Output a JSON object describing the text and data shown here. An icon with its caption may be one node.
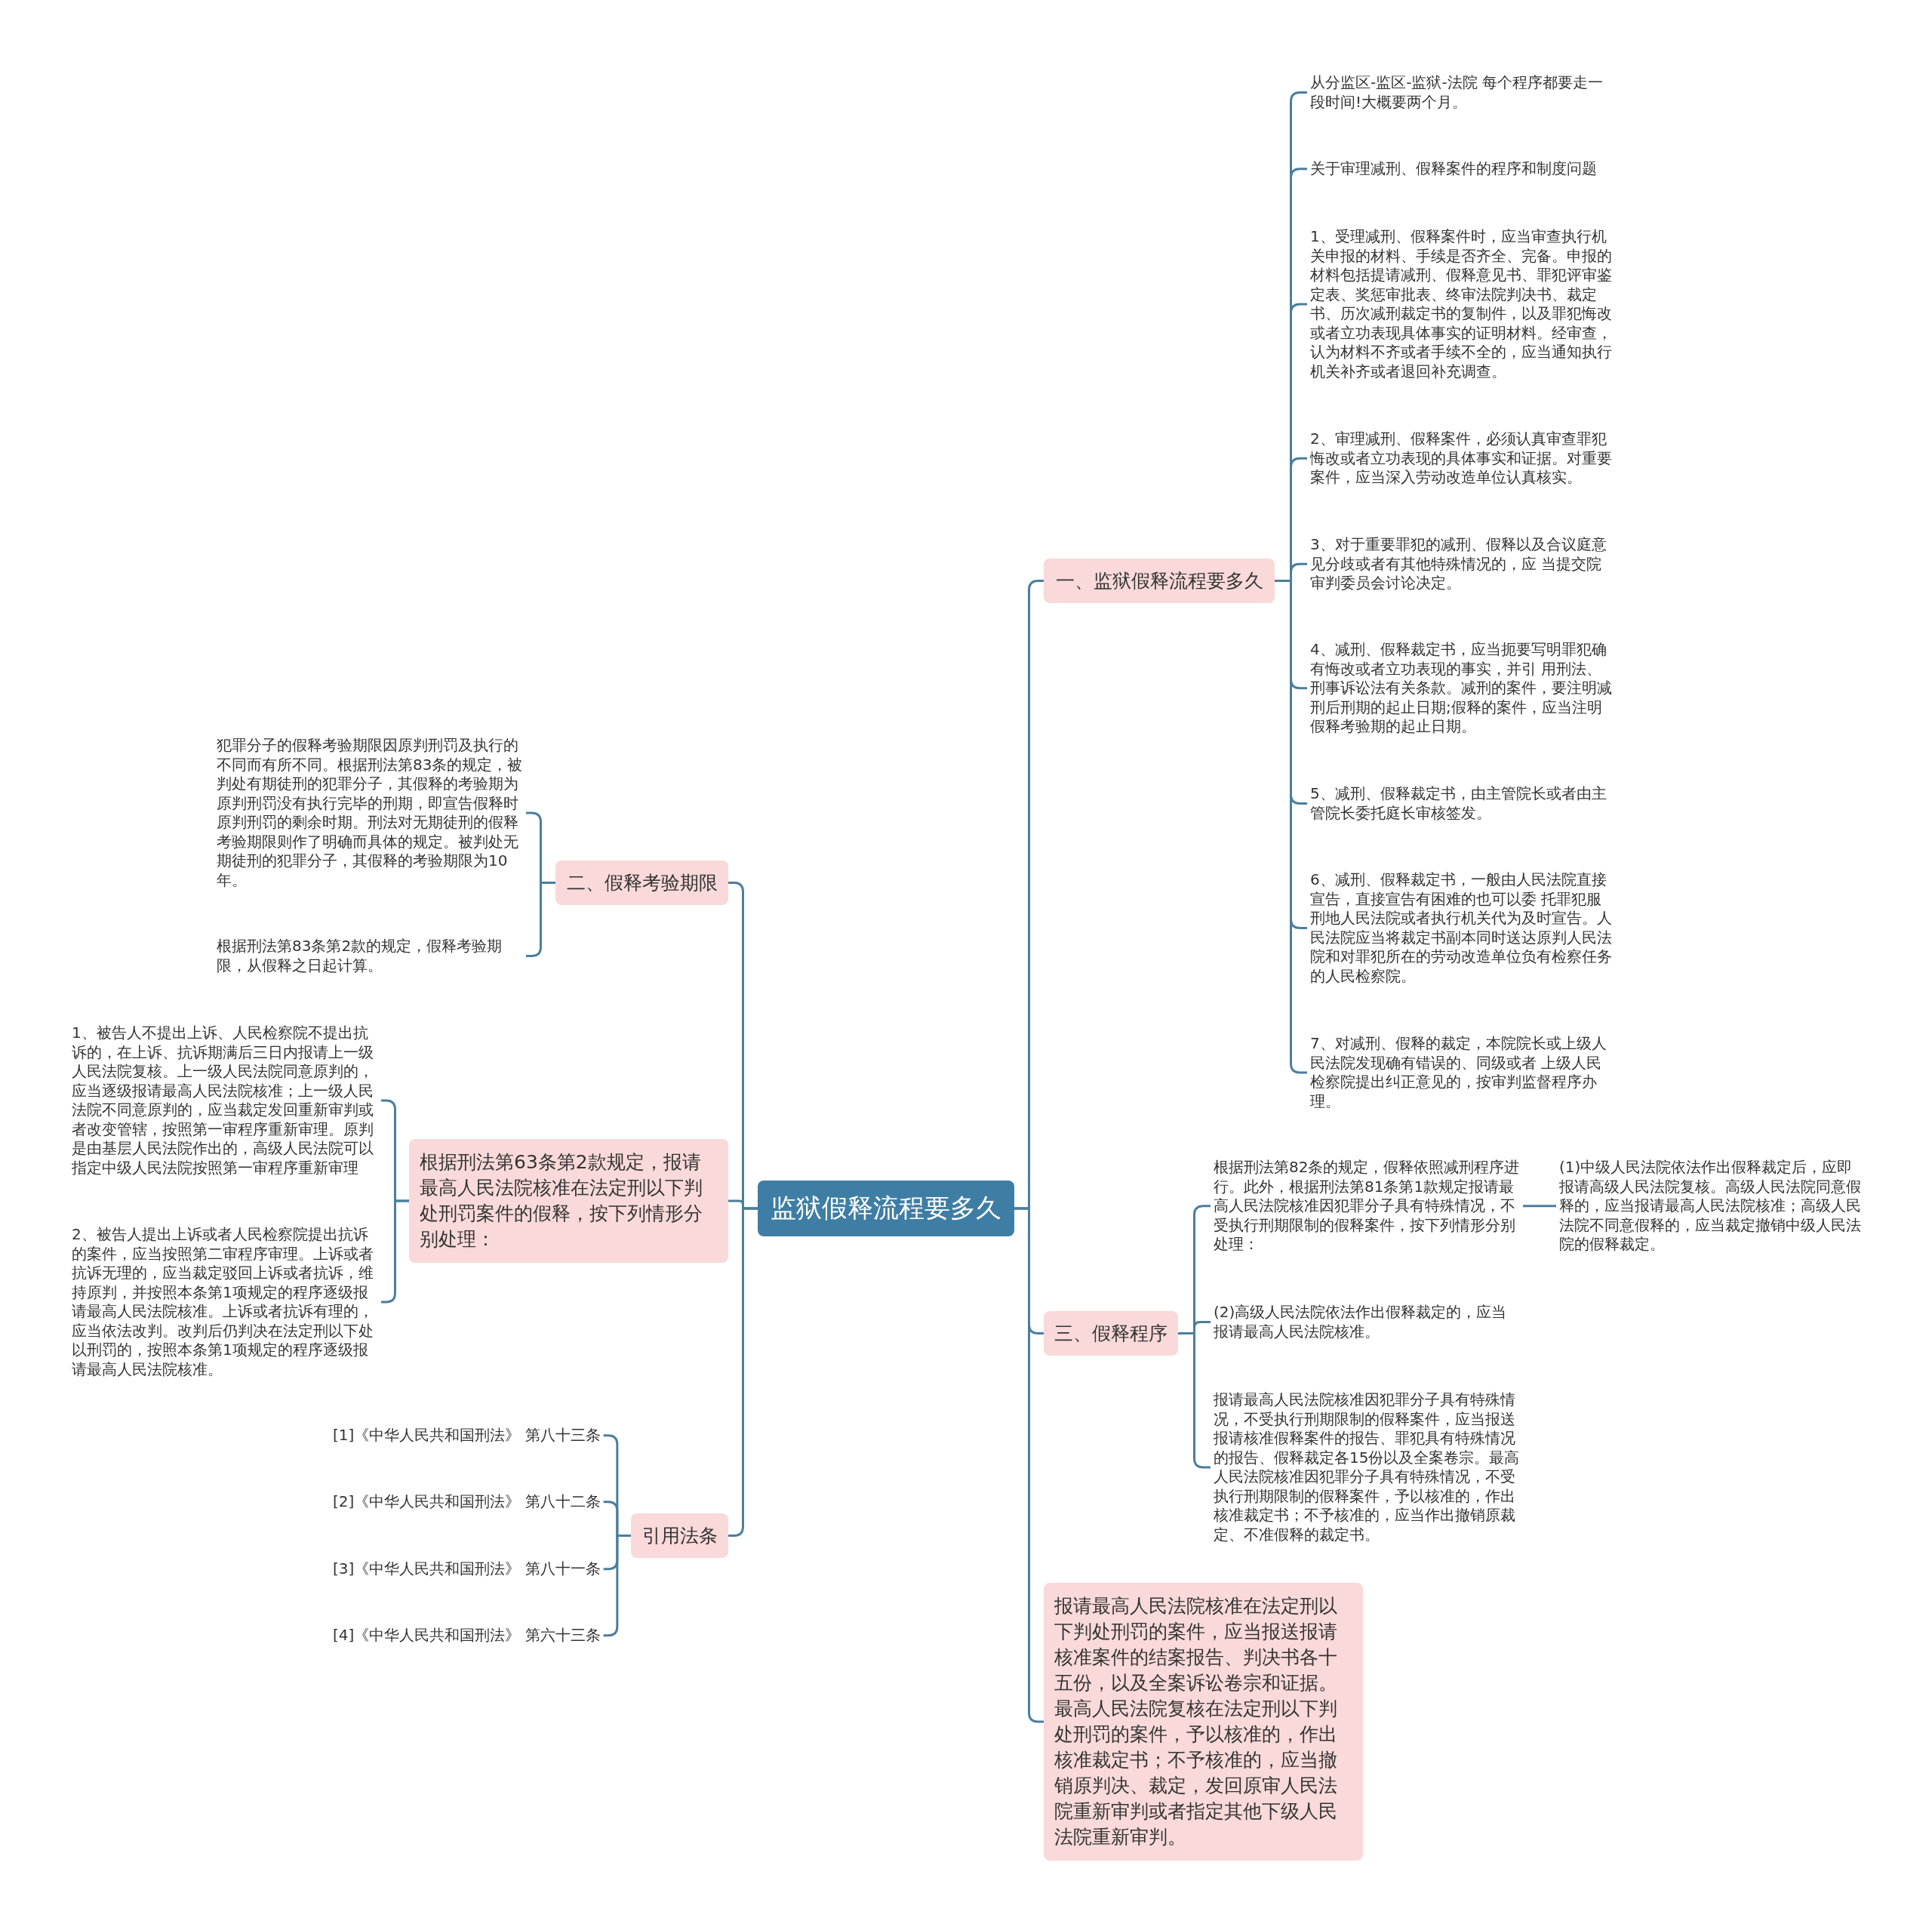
{
  "diagram": {
    "nodes": [
      {
        "text": [
          "监狱假释流程要多久"
        ]
      },
      {
        "text": [
          "一、监狱假释流程要多久"
        ]
      },
      {
        "text": [
          "从分监区-监区-监狱-法院 每个程序都要走一段时间!大概要两个月。"
        ]
      },
      {
        "text": [
          "关于审理减刑、假释案件的程序和制度问题"
        ]
      },
      {
        "text": [
          "1、受理减刑、假释案件时，应当审查执行机关申报的材料、手续是否齐全、完备。申报的材料包括提请减刑、假释意见书、罪犯评审鉴定表、奖惩审批表、终审法院判决书、裁定书、历次减刑裁定书的复制件，以及罪犯悔改或者立功表现具体事实的证明材料。经审查，认为材料不齐或者手续不全的，应当通知执行机关补齐或者退回补充调查。"
        ]
      },
      {
        "text": [
          "2、审理减刑、假释案件，必须认真审查罪犯悔改或者立功表现的具体事实和证据。对重要案件，应当深入劳动改造单位认真核实。"
        ]
      },
      {
        "text": [
          "3、对于重要罪犯的减刑、假释以及合议庭意见分歧或者有其他特殊情况的，应 当提交院审判委员会讨论决定。"
        ]
      },
      {
        "text": [
          "4、减刑、假释裁定书，应当扼要写明罪犯确有悔改或者立功表现的事实，并引 用刑法、刑事诉讼法有关条款。减刑的案件，要注明减刑后刑期的起止日期;假释的案件，应当注明假释考验期的起止日期。"
        ]
      },
      {
        "text": [
          "5、减刑、假释裁定书，由主管院长或者由主管院长委托庭长审核签发。"
        ]
      },
      {
        "text": [
          "6、减刑、假释裁定书，一般由人民法院直接宣告，直接宣告有困难的也可以委 托罪犯服刑地人民法院或者执行机关代为及时宣告。人民法院应当将裁定书副本同时送达原判人民法院和对罪犯所在的劳动改造单位负有检察任务的人民检察院。"
        ]
      },
      {
        "text": [
          "7、对减刑、假释的裁定，本院院长或上级人民法院发现确有错误的、同级或者 上级人民检察院提出纠正意见的，按审判监督程序办理。"
        ]
      },
      {
        "text": [
          "二、假释考验期限"
        ]
      },
      {
        "text": [
          "犯罪分子的假释考验期限因原判刑罚及执行的不同而有所不同。根据刑法第83条的规定，被判处有期徒刑的犯罪分子，其假释的考验期为原判刑罚没有执行完毕的刑期，即宣告假释时原判刑罚的剩余时期。刑法对无期徒刑的假释考验期限则作了明确而具体的规定。被判处无期徒刑的犯罪分子，其假释的考验期限为10年。"
        ]
      },
      {
        "text": [
          "根据刑法第83条第2款的规定，假释考验期限，从假释之日起计算。"
        ]
      },
      {
        "text": [
          "根据刑法第63条第2款规定，报请最高人民法院核准在法定刑以下判处刑罚案件的假释，按下列情形分别处理："
        ]
      },
      {
        "text": [
          "1、被告人不提出上诉、人民检察院不提出抗诉的，在上诉、抗诉期满后三日内报请上一级人民法院复核。上一级人民法院同意原判的，应当逐级报请最高人民法院核准；上一级人民法院不同意原判的，应当裁定发回重新审判或者改变管辖，按照第一审程序重新审理。原判是由基层人民法院作出的，高级人民法院可以指定中级人民法院按照第一审程序重新审理"
        ]
      },
      {
        "text": [
          "2、被告人提出上诉或者人民检察院提出抗诉的案件，应当按照第二审程序审理。上诉或者抗诉无理的，应当裁定驳回上诉或者抗诉，维持原判，并按照本条第1项规定的程序逐级报请最高人民法院核准。上诉或者抗诉有理的，应当依法改判。改判后仍判决在法定刑以下处以刑罚的，按照本条第1项规定的程序逐级报请最高人民法院核准。"
        ]
      },
      {
        "text": [
          "引用法条"
        ]
      },
      {
        "text": [
          "[1]《中华人民共和国刑法》 第八十三条"
        ]
      },
      {
        "text": [
          "[2]《中华人民共和国刑法》 第八十二条"
        ]
      },
      {
        "text": [
          "[3]《中华人民共和国刑法》 第八十一条"
        ]
      },
      {
        "text": [
          "[4]《中华人民共和国刑法》 第六十三条"
        ]
      },
      {
        "text": [
          "三、假释程序"
        ]
      },
      {
        "text": [
          "根据刑法第82条的规定，假释依照减刑程序进行。此外，根据刑法第81条第1款规定报请最高人民法院核准因犯罪分子具有特殊情况，不受执行刑期限制的假释案件，按下列情形分别处理："
        ]
      },
      {
        "text": [
          "(1)中级人民法院依法作出假释裁定后，应即报请高级人民法院复核。高级人民法院同意假释的，应当报请最高人民法院核准；高级人民法院不同意假释的，应当裁定撤销中级人民法院的假释裁定。"
        ]
      },
      {
        "text": [
          "(2)高级人民法院依法作出假释裁定的，应当报请最高人民法院核准。"
        ]
      },
      {
        "text": [
          "报请最高人民法院核准因犯罪分子具有特殊情况，不受执行刑期限制的假释案件，应当报送报请核准假释案件的报告、罪犯具有特殊情况的报告、假释裁定各15份以及全案卷宗。最高人民法院核准因犯罪分子具有特殊情况，不受执行刑期限制的假释案件，予以核准的，作出核准裁定书；不予核准的，应当作出撤销原裁定、不准假释的裁定书。"
        ]
      },
      {
        "text": [
          "报请最高人民法院核准在法定刑以下判处刑罚的案件，应当报送报请核准案件的结案报告、判决书各十五份，以及全案诉讼卷宗和证据。最高人民法院复核在法定刑以下判处刑罚的案件，予以核准的，作出核准裁定书；不予核准的，应当撤销原判决、裁定，发回原审人民法院重新审判或者指定其他下级人民法院重新审判。"
        ]
      }
    ],
    "edges": [
      {
        "from": 0,
        "to": 1,
        "arrow": "none"
      },
      {
        "from": 1,
        "to": 2,
        "arrow": "none"
      },
      {
        "from": 1,
        "to": 3,
        "arrow": "none"
      },
      {
        "from": 1,
        "to": 4,
        "arrow": "none"
      },
      {
        "from": 1,
        "to": 5,
        "arrow": "none"
      },
      {
        "from": 1,
        "to": 6,
        "arrow": "none"
      },
      {
        "from": 1,
        "to": 7,
        "arrow": "none"
      },
      {
        "from": 1,
        "to": 8,
        "arrow": "none"
      },
      {
        "from": 1,
        "to": 9,
        "arrow": "none"
      },
      {
        "from": 1,
        "to": 10,
        "arrow": "none"
      },
      {
        "from": 0,
        "to": 11,
        "arrow": "none"
      },
      {
        "from": 11,
        "to": 12,
        "arrow": "none"
      },
      {
        "from": 11,
        "to": 13,
        "arrow": "none"
      },
      {
        "from": 0,
        "to": 14,
        "arrow": "none"
      },
      {
        "from": 14,
        "to": 15,
        "arrow": "none"
      },
      {
        "from": 14,
        "to": 16,
        "arrow": "none"
      },
      {
        "from": 0,
        "to": 17,
        "arrow": "none"
      },
      {
        "from": 17,
        "to": 18,
        "arrow": "none"
      },
      {
        "from": 17,
        "to": 19,
        "arrow": "none"
      },
      {
        "from": 17,
        "to": 20,
        "arrow": "none"
      },
      {
        "from": 17,
        "to": 21,
        "arrow": "none"
      },
      {
        "from": 0,
        "to": 22,
        "arrow": "none"
      },
      {
        "from": 22,
        "to": 23,
        "arrow": "none"
      },
      {
        "from": 23,
        "to": 24,
        "arrow": "none"
      },
      {
        "from": 22,
        "to": 25,
        "arrow": "none"
      },
      {
        "from": 22,
        "to": 26,
        "arrow": "none"
      },
      {
        "from": 0,
        "to": 27,
        "arrow": "none"
      }
    ]
  }
}
